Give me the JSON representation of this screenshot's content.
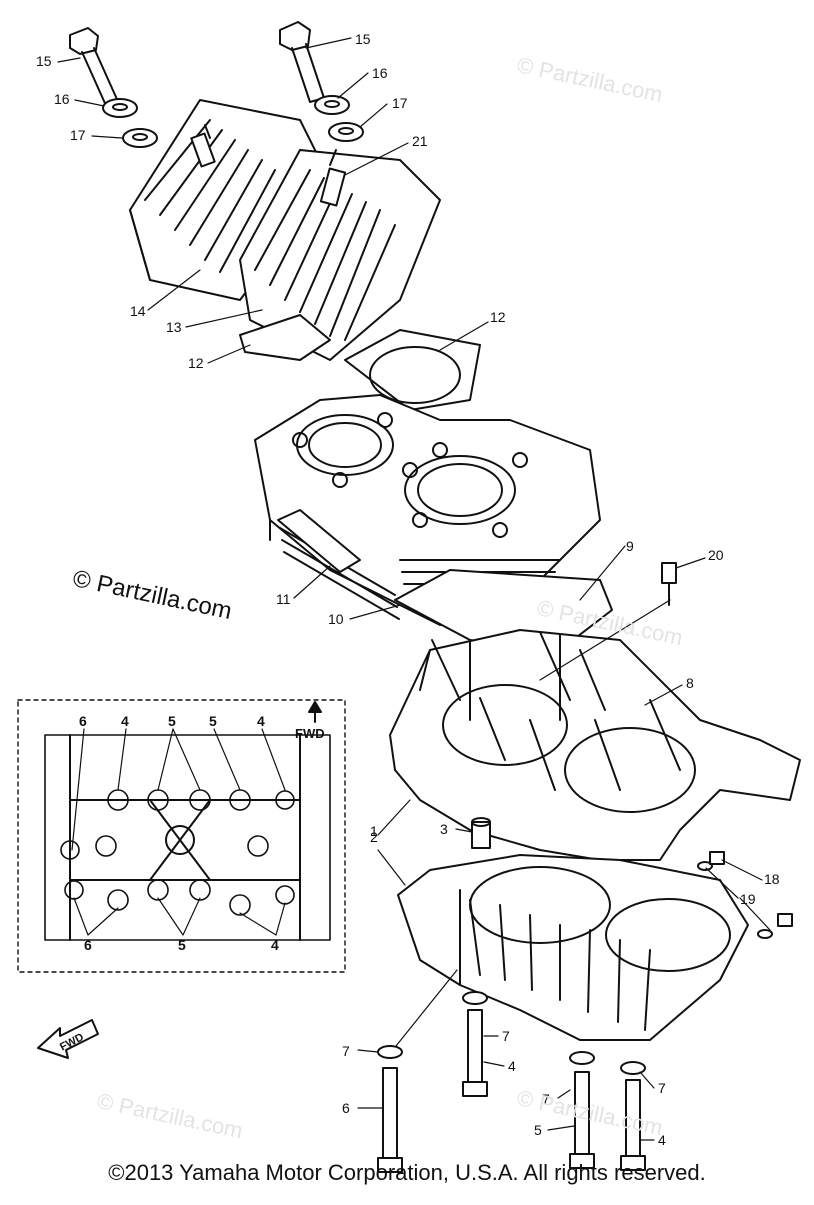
{
  "watermarks": {
    "main": "© Partzilla.com",
    "faint": "© Partzilla.com"
  },
  "copyright": "©2013 Yamaha Motor Corporation, U.S.A. All rights reserved.",
  "inset": {
    "direction": "FWD",
    "labels": [
      "6",
      "4",
      "5",
      "5",
      "4",
      "6",
      "5",
      "4"
    ]
  },
  "fwd_arrow": "FWD",
  "callouts": [
    "15",
    "16",
    "17",
    "15",
    "16",
    "17",
    "21",
    "14",
    "13",
    "12",
    "12",
    "11",
    "10",
    "9",
    "20",
    "8",
    "1",
    "2",
    "3",
    "18",
    "19",
    "7",
    "4",
    "7",
    "6",
    "7",
    "5",
    "7",
    "4"
  ]
}
